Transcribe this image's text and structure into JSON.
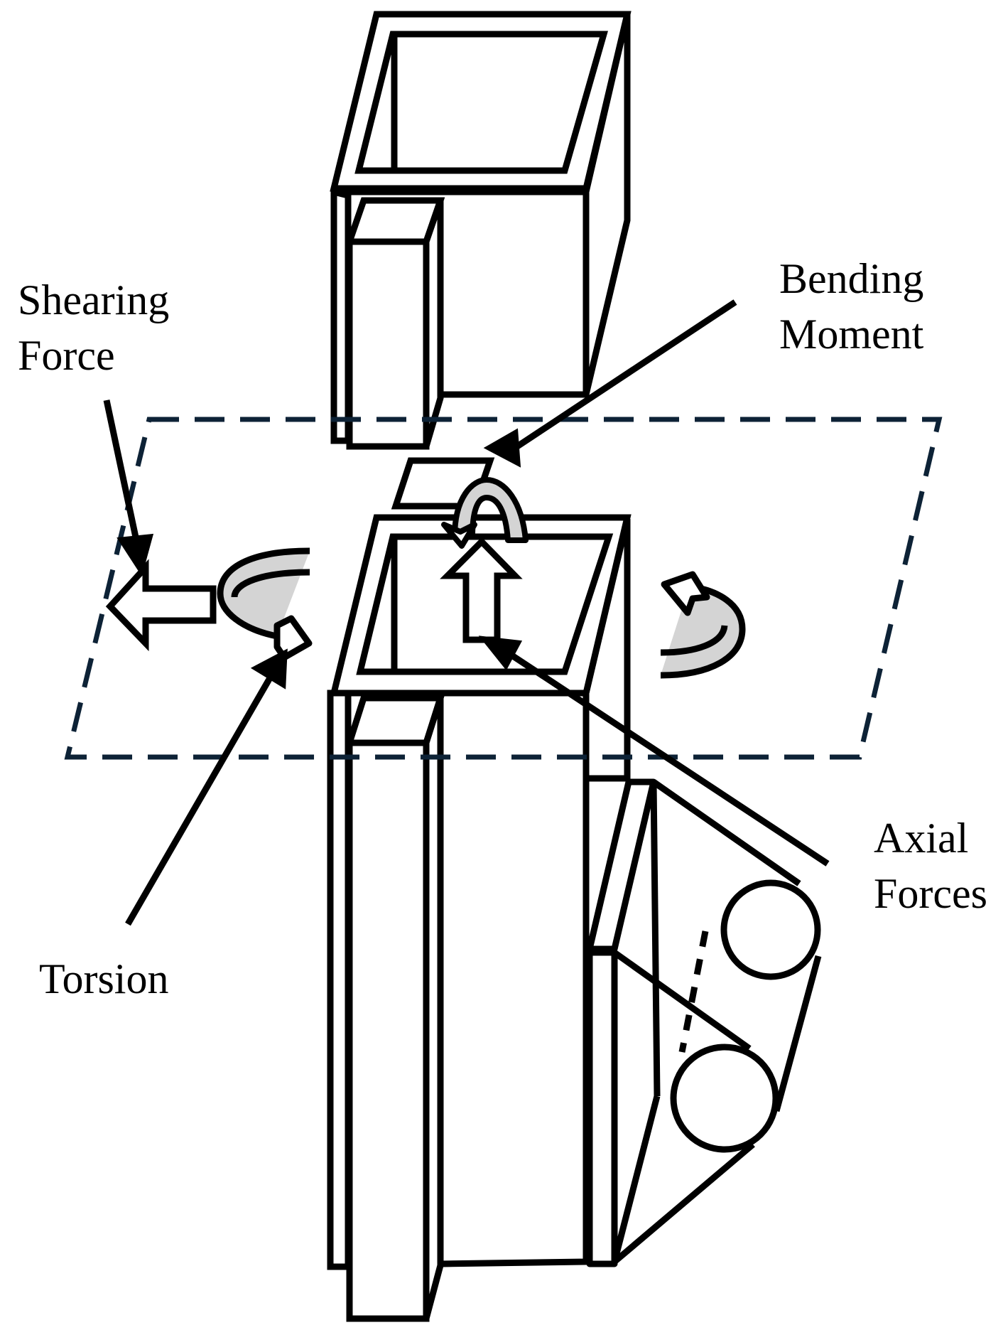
{
  "labels": {
    "shearing_force": [
      "Shearing",
      "Force"
    ],
    "bending_moment": [
      "Bending",
      "Moment"
    ],
    "torsion": "Torsion",
    "axial_forces": [
      "Axial",
      "Forces"
    ]
  },
  "colors": {
    "stroke": "#000000",
    "dashed_plane": "#0d2236",
    "arrow_fill_gray": "#d4d4d4"
  }
}
